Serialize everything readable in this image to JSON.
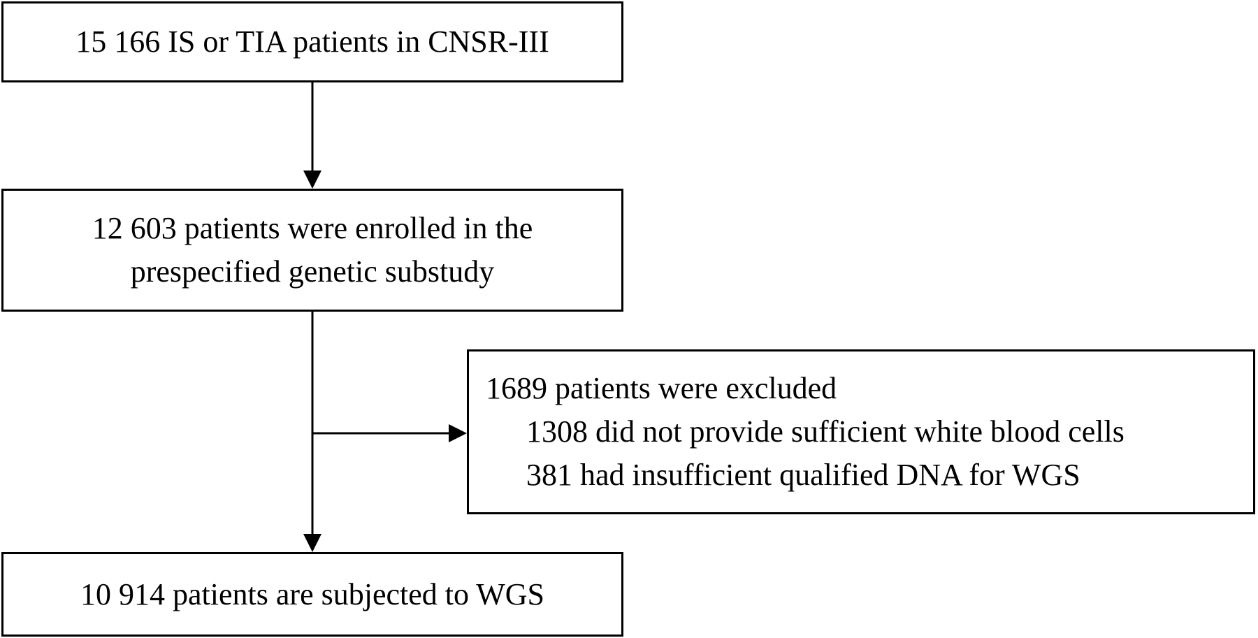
{
  "diagram": {
    "nodes": [
      {
        "id": "total",
        "lines": [
          "15 166 IS or TIA patients in CNSR-III"
        ]
      },
      {
        "id": "enrolled",
        "lines": [
          "12 603 patients were enrolled in the",
          "prespecified genetic substudy"
        ]
      },
      {
        "id": "excluded",
        "lines": [
          "1689 patients were excluded",
          "1308 did not provide sufficient white blood cells",
          "381 had insufficient qualified DNA for WGS"
        ]
      },
      {
        "id": "wgs",
        "lines": [
          "10 914 patients are subjected to WGS"
        ]
      }
    ],
    "edges": [
      {
        "from": "total",
        "to": "enrolled"
      },
      {
        "from": "enrolled",
        "to": "wgs"
      },
      {
        "from": "enrolled",
        "to": "excluded"
      }
    ],
    "line_color": "#000000",
    "box_border_color": "#000000"
  }
}
